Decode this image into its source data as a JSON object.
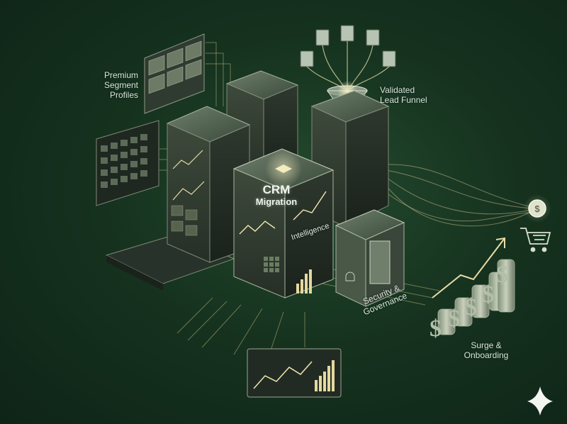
{
  "labels": {
    "premium_segment_profiles": [
      "Premium",
      "Segment",
      "Profiles"
    ],
    "validated_lead_funnel": [
      "Validated",
      "Lead Funnel"
    ],
    "crm_migration": [
      "CRM",
      "Migration"
    ],
    "intelligence": "Intelligence",
    "security_governance": [
      "Security &",
      "Governance"
    ],
    "surge_onboarding": [
      "Surge &",
      "Onboarding"
    ]
  },
  "icons": {
    "documents": "document-icon",
    "funnel": "funnel-icon",
    "dollar_coin": "dollar-coin-icon",
    "cart": "shopping-cart-icon",
    "sparkle": "sparkle-icon"
  },
  "colors": {
    "background_dark": "#0e2417",
    "background_mid": "#1f4429",
    "accent_glow": "#f2e8b0",
    "line_glow": "#c9b98a",
    "text": "#d8e6dc"
  }
}
